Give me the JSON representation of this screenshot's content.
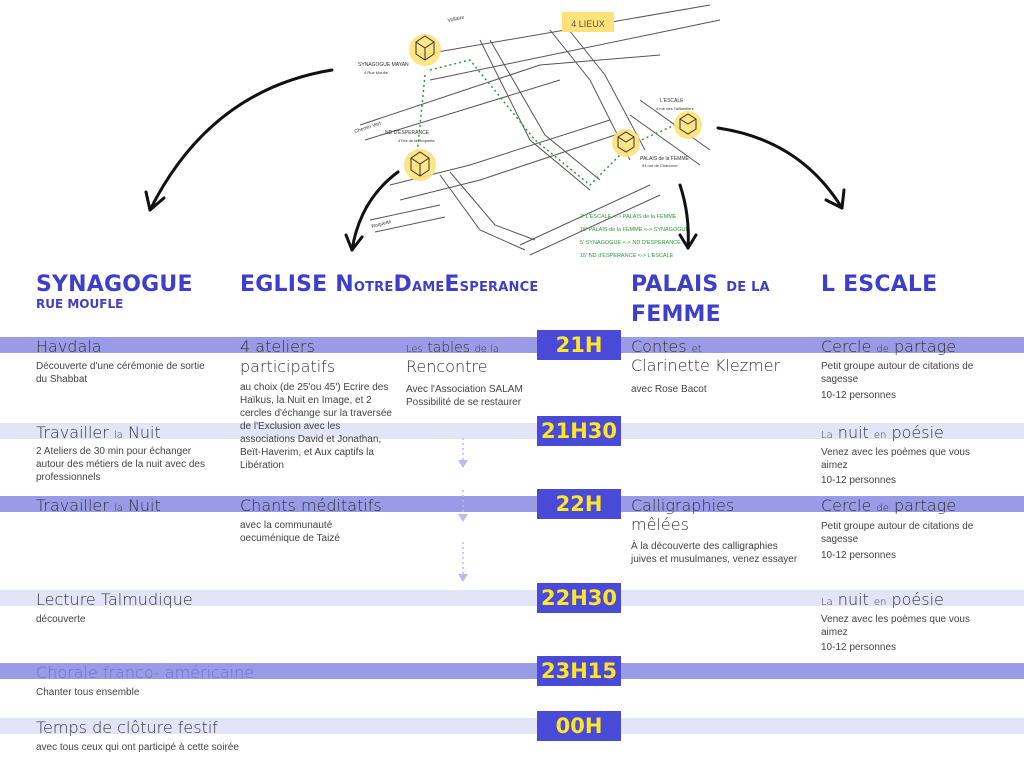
{
  "map": {
    "badge": "4 LIEUX",
    "labels": {
      "synagogue": "SYNAGOGUE MAYAN",
      "synagogue_addr": "4 Rue Moufle",
      "nd": "ND D'ESPERANCE",
      "nd_addr": "47bis de la Roquette",
      "escale": "L'ESCALE",
      "escale_addr": "4 rue des Taillandiers",
      "palais": "PALAIS de la FEMME",
      "palais_addr": "94 rue de Charonne",
      "street1": "Voltaire",
      "street2": "Chemin Vert",
      "street3": "Roquette"
    },
    "route": [
      "2' L'ESCALE <-> PALAIS de la FEMME",
      "15' PALAIS de la FEMME <-> SYNAGOGUE",
      "5' SYNAGOGUE <-> ND D'ESPERANCE",
      "15' ND d'ESPERANCE <-> L'ESCALE"
    ]
  },
  "headers": {
    "synagogue": "SYNAGOGUE",
    "synagogue_sub": "RUE MOUFLE",
    "eglise_a": "EGLISE N",
    "eglise_b": "OTRE",
    "eglise_c": "D",
    "eglise_d": "AME",
    "eglise_e": "E",
    "eglise_f": "SPERANCE",
    "palais_a": "PALAIS",
    "palais_b": "DE LA",
    "palais_c": "FEMME",
    "escale": "L ESCALE"
  },
  "times": [
    "21H",
    "21H30",
    "22H",
    "22H30",
    "23H15",
    "00H"
  ],
  "synagogue": {
    "e1_title": "Havdala",
    "e1_desc": "Découverte d'une cérémonie de sortie du Shabbat",
    "e2_title_a": "Travailler",
    "e2_title_b": "la",
    "e2_title_c": "Nuit",
    "e2_desc": "2 Ateliers de 30 min pour échanger autour des métiers de la nuit avec des professionnels",
    "e3_title_a": "Travailler",
    "e3_title_b": "la",
    "e3_title_c": "Nuit",
    "e4_title": "Lecture Talmudique",
    "e4_desc": "découverte",
    "e5_title": "Chorale franco- américaine",
    "e5_desc": "Chanter tous ensemble",
    "e6_title": "Temps de clôture festif",
    "e6_desc": "avec tous ceux qui ont participé à cette soirée"
  },
  "eglise": {
    "e1_title": "4 ateliers participatifs",
    "e1_desc": "au choix (de 25'ou 45') Ecrire des Haïkus, la Nuit en Image, et 2 cercles d'échange sur la traversée de l'Exclusion avec les associations David et Jonathan, Beït-Haverim, et Aux captifs la Libération",
    "e2_title": "Chants méditatifs",
    "e2_desc": "avec la communauté oecuménique de Taizé",
    "tables_a": "Les",
    "tables_b": "tables",
    "tables_c": "de la",
    "tables_d": "Rencontre",
    "tables_desc": "Avec l'Association SALAM Possibilité de se restaurer"
  },
  "palais": {
    "e1_title_a": "Contes",
    "e1_title_b": "et",
    "e1_title_c": "Clarinette Klezmer",
    "e1_desc": "avec Rose Bacot",
    "e2_title": "Calligraphies mêlées",
    "e2_desc": "À la découverte des calligraphies juives et musulmanes, venez essayer"
  },
  "escale": {
    "e1_title_a": "Cercle",
    "e1_title_b": "de",
    "e1_title_c": "partage",
    "e1_desc": "Petit groupe autour de citations de sagesse",
    "e1_count": "10-12 personnes",
    "e2_title_a": "La",
    "e2_title_b": "nuit",
    "e2_title_c": "en",
    "e2_title_d": "poésie",
    "e2_desc": "Venez avec les poèmes que vous aimez",
    "e2_count": "10-12 personnes",
    "e3_title_a": "Cercle",
    "e3_title_b": "de",
    "e3_title_c": "partage",
    "e3_desc": "Petit groupe autour de citations de sagesse",
    "e3_count": "10-12 personnes",
    "e4_title_a": "La",
    "e4_title_b": "nuit",
    "e4_title_c": "en",
    "e4_title_d": "poésie",
    "e4_desc": "Venez avec les poèmes que vous aimez",
    "e4_count": "10-12 personnes"
  },
  "colors": {
    "accent": "#3d3fcc",
    "badge_bg": "#4a4ad8",
    "badge_text": "#ffe42a",
    "band_dark": "#9a9be6",
    "band_light": "#e3e4f7",
    "route_green": "#2e9a3a"
  }
}
